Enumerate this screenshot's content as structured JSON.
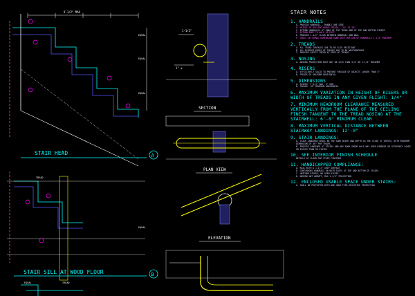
{
  "labels": {
    "stair_head": "STAIR HEAD",
    "stair_head_marker": "A",
    "stair_sill": "STAIR SILL AT WOOD FLOOR",
    "stair_sill_marker": "B",
    "section": "SECTION",
    "plan_view": "PLAN VIEW",
    "elevation": "ELEVATION",
    "equal": "EQUAL",
    "tread": "TREAD",
    "size_dim": "1-1/2\"",
    "wall_dim": "1\" ±",
    "dim_top": "9-1/2\" MAX"
  },
  "notes": {
    "title": "STAIR NOTES",
    "sections": [
      {
        "heading": "1. HANDRAILS",
        "lines": [
          "A. PROVIDE HANDRAIL - HANDLE ONE SIDE",
          "B. HEIGHT OF RAILING ABOVE TREADS - 34\" TO 38\"",
          "C. EXTEND HANDRAILS AT ENDS OF TOP TREAD AND AT TOP AND BOTTOM RISERS",
          "D. RETURN ENDS TO WALL OR POST",
          "E. PROVIDE 1-1/2\" CLEAR BETWEEN HANDRAIL AND WALL",
          "F. CROSS SECTIONAL DIMENSION HAND GRIP PORTION OF HANDRAILS 1-1/4\" MINIMUM"
        ]
      },
      {
        "heading": "2. TREADS",
        "lines": [
          "A. ALL TREAD SURFACES ARE TO BE SLIP RESISTANT",
          "B. ALL EXPOSED EDGES OF TREADS ARE TO BE WEATHERPROOF",
          "C. PROVIDE SAFETY TREAD AT EDGE OF TREADS"
        ]
      },
      {
        "heading": "3. NOSING",
        "lines": [
          "A. NOSING PROJECTION MUST NOT BE LESS THAN 3/4\" OR 1-1/4\" MAXIMUM"
        ]
      },
      {
        "heading": "4. RISERS",
        "lines": [
          "A. EFFICIENTLY SOLID TO PREVENT PASSAGE OF OBJECTS LARGER THAN 4\"",
          "B. TREADS OF UNIFORM HORIZONTAL"
        ]
      },
      {
        "heading": "5. DIMENSIONS",
        "lines": [
          "A. RISERS: 7-3/4\" MAX, 4\" MIN",
          "B. TREADS: 10\" MINIMUM HORIZONTAL"
        ]
      },
      {
        "heading": "6. MAXIMUM VARIATION IN HEIGHT OF RISERS OR WIDTH OF TREADS IN ANY GIVEN FLIGHT: 1/4\"",
        "lines": []
      },
      {
        "heading": "7. MINIMUM HEADROOM CLEARANCE MEASURED VERTICALLY FROM THE PLANE OF THE CEILING FINISH TANGENT TO THE TREAD NOSING AT THE STAIRWELL: 6'-8\" MINIMUM CLEAR",
        "lines": []
      },
      {
        "heading": "8. MAXIMUM VERTICAL DISTANCE BETWEEN STAIRWAY LANDINGS: 12'-0\"",
        "lines": []
      },
      {
        "heading": "9. STAIR LANDINGS:",
        "lines": [
          "A. STAIR LANDINGS SHALL BE THE SAME WIDTH AND DEPTH AS THE STAIR IT SERVES, WITH MINIMUM DIMENSION OF 36\" PER TRAVEL",
          "B. PROVIDE LANDINGS AT STAIRS AND ANY DOOR SWING HALF-WAY OVER WINDERS OR OCCUPANCY LOADS IN EXCESS THAN 50 STAIRS"
        ]
      },
      {
        "heading": "10. SEE INTERIOR FINISH SCHEDULE",
        "lines": [
          "DETAILS AT FLOOR FOR STAIR FINISHES"
        ]
      },
      {
        "heading": "11. HANDICAPPED COMPLIANCE:",
        "lines": [
          "A. RAIL WITH A 1-1/2\" GRIP SURFACE",
          "B. CONTINUOUS HANDRAIL ON BOTH SIDES AT TOP AND BOTTOM OF STAIRS",
          "C. UNIFORM RISERS, NO OPEN RISERS",
          "D. NOSING NOT ABRUPT, MAX 1-1/2\" PROJECTION"
        ]
      },
      {
        "heading": "12. ENCLOSED USABLE SPACE UNDER STAIRS:",
        "lines": [
          "A. SHALL BE PROTECTED WITH ONE-HOUR FIRE RESISTIVE PROTECTION"
        ]
      }
    ]
  },
  "colors": {
    "background": "#000000",
    "stair_outline": "#00ffff",
    "dimension": "#ffffff",
    "bubble": "#ff00ff",
    "rail": "#ffff00",
    "notes_heading": "#00ffff",
    "notes_body": "#d0d0ff"
  }
}
